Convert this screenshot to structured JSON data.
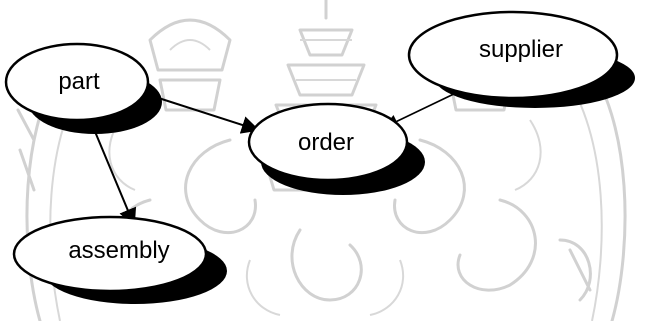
{
  "colors": {
    "ink": "#000000",
    "background": "#ffffff",
    "watermark": "#c9c9c9",
    "shadow": "#000000"
  },
  "watermark": {
    "kind": "university seal (decorative background)",
    "icon": "seal-watermark-icon"
  },
  "nodes": [
    {
      "id": "part",
      "label": "part"
    },
    {
      "id": "order",
      "label": "order"
    },
    {
      "id": "supplier",
      "label": "supplier"
    },
    {
      "id": "assembly",
      "label": "assembly"
    }
  ],
  "edges": [
    {
      "from": "part",
      "to": "order"
    },
    {
      "from": "part",
      "to": "assembly"
    },
    {
      "from": "supplier",
      "to": "order"
    }
  ]
}
